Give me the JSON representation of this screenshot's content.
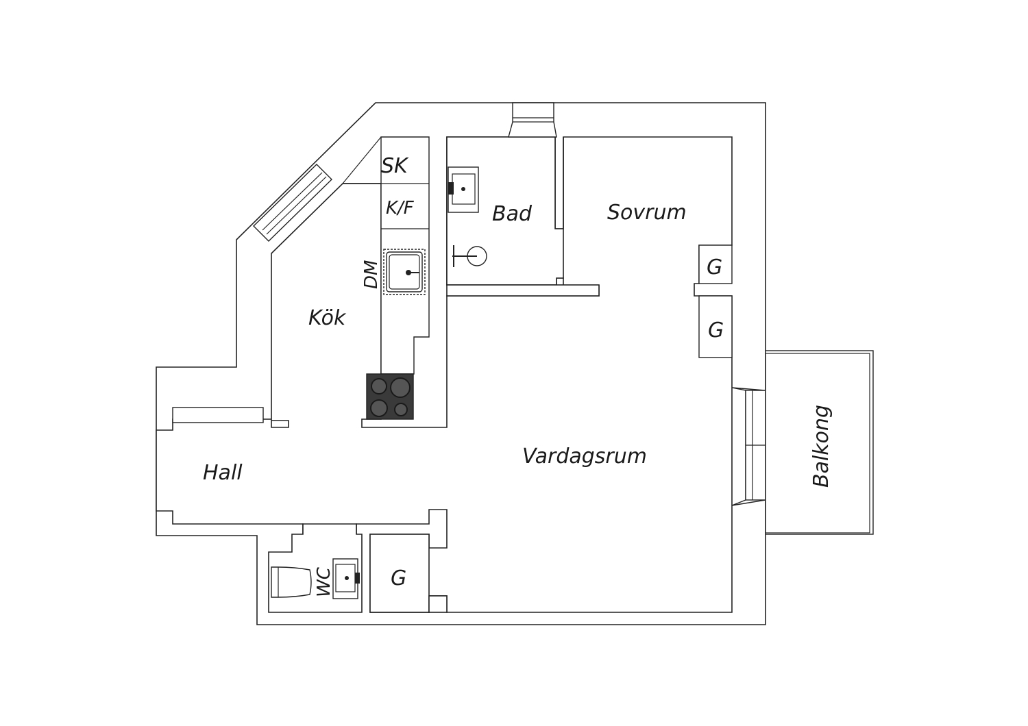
{
  "plan": {
    "rooms": {
      "sk": "SK",
      "kf": "K/F",
      "dm": "DM",
      "bad": "Bad",
      "sovrum": "Sovrum",
      "kok": "Kök",
      "vardagsrum": "Vardagsrum",
      "hall": "Hall",
      "wc": "WC",
      "balkong": "Balkong",
      "g_sovrum_1": "G",
      "g_sovrum_2": "G",
      "g_hall": "G"
    }
  }
}
